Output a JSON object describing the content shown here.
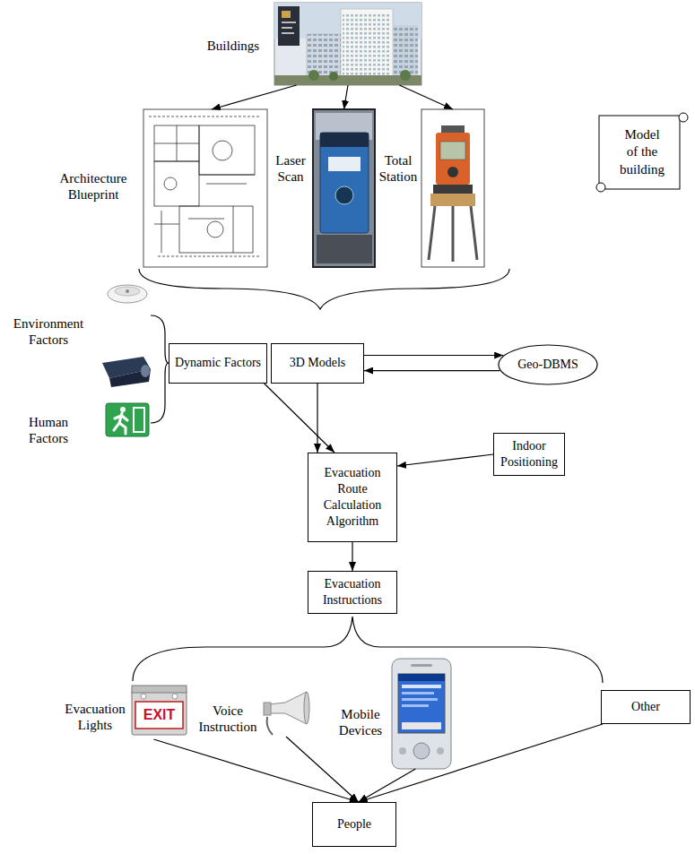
{
  "diagram": {
    "nodes": [
      {
        "text": [
          "Buildings"
        ]
      },
      {
        "text": [
          "Architecture Blueprint"
        ]
      },
      {
        "text": [
          "Laser Scan"
        ]
      },
      {
        "text": [
          "Total Station"
        ]
      },
      {
        "text": [
          "Model of the building"
        ]
      },
      {
        "text": [
          "Dynamic Factors"
        ]
      },
      {
        "text": [
          "3D Models"
        ]
      },
      {
        "text": [
          "Geo-DBMS"
        ]
      },
      {
        "text": [
          "Evacuation Route Calculation Algorithm"
        ]
      },
      {
        "text": [
          "Indoor Positioning"
        ]
      },
      {
        "text": [
          "Evacuation Instructions"
        ]
      },
      {
        "text": [
          "Evacuation Lights"
        ]
      },
      {
        "text": [
          "Voice Instruction"
        ]
      },
      {
        "text": [
          "Mobile Devices"
        ]
      },
      {
        "text": [
          "Other"
        ]
      },
      {
        "text": [
          "People"
        ]
      }
    ],
    "edges": [
      {
        "from": 0,
        "to": 1,
        "arrow": "to"
      },
      {
        "from": 0,
        "to": 2,
        "arrow": "to"
      },
      {
        "from": 0,
        "to": 3,
        "arrow": "to"
      },
      {
        "from": 6,
        "to": 7,
        "arrow": "to"
      },
      {
        "from": 7,
        "to": 6,
        "arrow": "to"
      },
      {
        "from": 6,
        "to": 8,
        "arrow": "to"
      },
      {
        "from": 5,
        "to": 8,
        "arrow": "to"
      },
      {
        "from": 9,
        "to": 8,
        "arrow": "to"
      },
      {
        "from": 8,
        "to": 10,
        "arrow": "to"
      },
      {
        "from": 11,
        "to": 15,
        "arrow": "to"
      },
      {
        "from": 12,
        "to": 15,
        "arrow": "to"
      },
      {
        "from": 13,
        "to": 15,
        "arrow": "to"
      },
      {
        "from": 14,
        "to": 15,
        "arrow": "to"
      }
    ],
    "labels": [
      "Environment Factors",
      "Human Factors",
      "EXIT"
    ]
  }
}
